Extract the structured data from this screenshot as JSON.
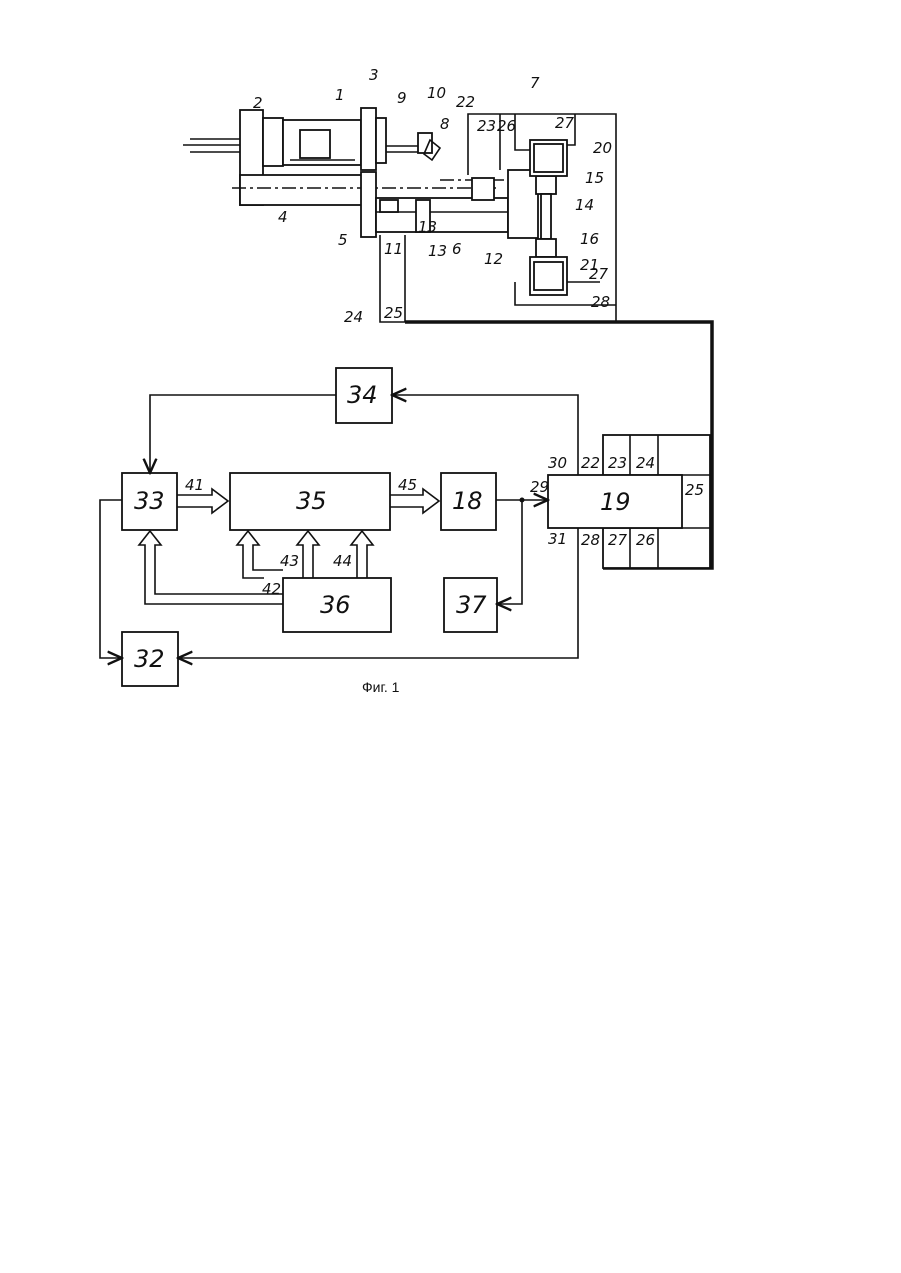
{
  "caption": "Фиг. 1",
  "labels": {
    "l1": "1",
    "l2": "2",
    "l3": "3",
    "l4": "4",
    "l5": "5",
    "l6": "6",
    "l7": "7",
    "l8": "8",
    "l9": "9",
    "l10": "10",
    "l11": "11",
    "l12": "12",
    "l13a": "13",
    "l13b": "13",
    "l14": "14",
    "l15": "15",
    "l16": "16",
    "l20": "20",
    "l21": "21",
    "l22a": "22",
    "l23a": "23",
    "l26a": "26",
    "l27a": "27",
    "l27b": "27",
    "l24a": "24",
    "l25a": "25",
    "l28a": "28",
    "l30": "30",
    "l31": "31",
    "l29": "29",
    "l41": "41",
    "l42": "42",
    "l43": "43",
    "l44": "44",
    "l45": "45",
    "p22": "22",
    "p23": "23",
    "p24": "24",
    "p25": "25",
    "p28": "28",
    "p27": "27",
    "p26": "26"
  },
  "blocks": {
    "b33": "33",
    "b34": "34",
    "b35": "35",
    "b18": "18",
    "b19": "19",
    "b36": "36",
    "b37": "37",
    "b32": "32"
  }
}
